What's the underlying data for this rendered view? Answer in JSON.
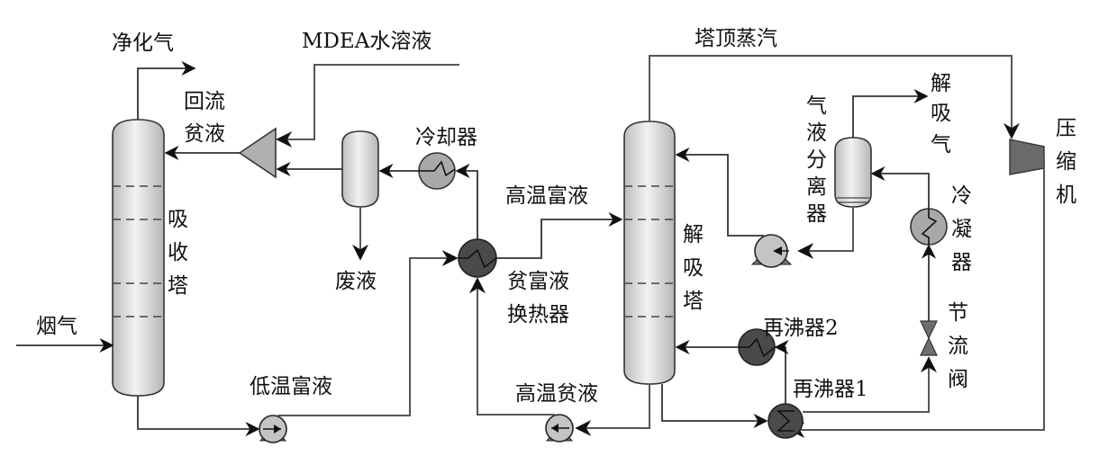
{
  "title": "MDEA 化学吸收法烟气 CO2 捕集工艺流程",
  "streams": {
    "purified_gas": "净化气",
    "mdea_solution": "MDEA水溶液",
    "reflux_lean": [
      "回流",
      "贫液"
    ],
    "flue_gas": "烟气",
    "waste_liquid": "废液",
    "low_temp_rich": "低温富液",
    "high_temp_rich": "高温富液",
    "high_temp_lean": "高温贫液",
    "top_vapor": "塔顶蒸汽",
    "desorbed_gas": [
      "解",
      "吸",
      "气"
    ]
  },
  "equipment": {
    "absorber": [
      "吸",
      "收",
      "塔"
    ],
    "cooler": "冷却器",
    "lean_rich_hx": [
      "贫富液",
      "换热器"
    ],
    "stripper": [
      "解",
      "吸",
      "塔"
    ],
    "separator": [
      "气",
      "液",
      "分",
      "离",
      "器"
    ],
    "condenser": [
      "冷",
      "凝",
      "器"
    ],
    "throttle_valve": [
      "节",
      "流",
      "阀"
    ],
    "reboiler1": "再沸器1",
    "reboiler2": "再沸器2",
    "compressor": [
      "压",
      "缩",
      "机"
    ]
  },
  "colors": {
    "line": "#333333",
    "dark_equipment": "#4a4a4a",
    "light_equipment": "#a9a9a9",
    "pump": "#c4c4c4",
    "vessel": "#dcdcdc"
  }
}
